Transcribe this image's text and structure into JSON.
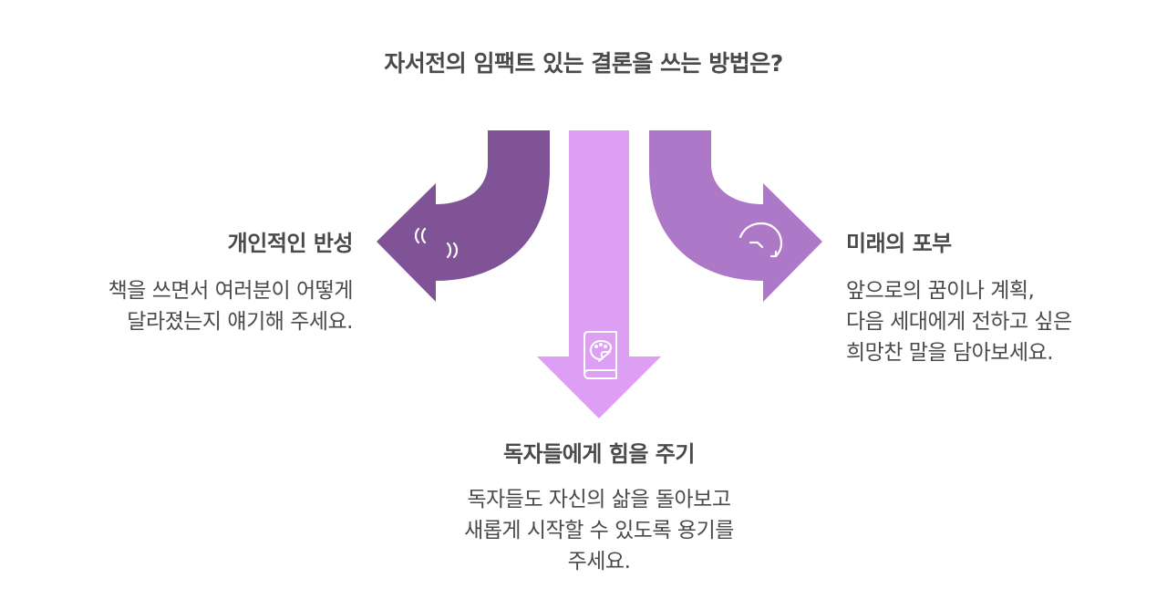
{
  "title": "자서전의 임팩트 있는 결론을 쓰는 방법은?",
  "colors": {
    "left_arrow": "#7f5396",
    "center_arrow": "#dc9ff4",
    "right_arrow": "#ad78c7",
    "icon_stroke": "#ffffff",
    "text": "#4a4a4a"
  },
  "branches": {
    "left": {
      "heading": "개인적인 반성",
      "lines": [
        "책을 쓰면서 여러분이 어떻게",
        "달라졌는지 얘기해 주세요."
      ],
      "icon": "quote-marks-icon"
    },
    "center": {
      "heading": "독자들에게 힘을 주기",
      "lines": [
        "독자들도 자신의 삶을 돌아보고",
        "새롭게 시작할 수 있도록 용기를",
        "주세요."
      ],
      "icon": "art-book-icon"
    },
    "right": {
      "heading": "미래의 포부",
      "lines": [
        "앞으로의 꿈이나 계획,",
        "다음 세대에게 전하고 싶은",
        "희망찬 말을 담아보세요."
      ],
      "icon": "clockwise-timer-icon"
    }
  }
}
